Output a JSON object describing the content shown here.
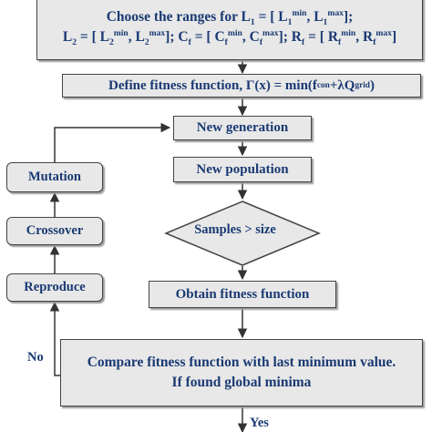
{
  "nodes": {
    "ranges": {
      "line1_a": "Choose the ranges for L",
      "line1_sub1": "1",
      "line1_b": " = [ L",
      "line1_sub2": "1",
      "line1_sup2": "min",
      "line1_c": ", L",
      "line1_sub3": "1",
      "line1_sup3": "max",
      "line1_d": "];",
      "line2_a": "L",
      "line2_sub1": "2",
      "line2_b": " = [ L",
      "line2_sub2": "2",
      "line2_sup2": "min",
      "line2_c": ", L",
      "line2_sub3": "2",
      "line2_sup3": "max",
      "line2_d": "]; C",
      "line2_sub4": "f",
      "line2_e": " = [ C",
      "line2_sub5": "f",
      "line2_sup5": "min",
      "line2_f": ", C",
      "line2_sub6": "f",
      "line2_sup6": "max",
      "line2_g": "]; R",
      "line2_sub7": "f",
      "line2_h": " = [ R",
      "line2_sub8": "f",
      "line2_sup8": "min",
      "line2_i": ", R",
      "line2_sub9": "f",
      "line2_sup9": "max",
      "line2_j": "]"
    },
    "fitness": {
      "a": "Define fitness function, Γ(x) = min(f",
      "sub1": "con",
      "b": "+λQ",
      "sub2": "grid",
      "c": ")"
    },
    "new_generation": "New generation",
    "new_population": "New population",
    "samples_check": "Samples > size",
    "obtain_fitness": "Obtain fitness function",
    "compare": {
      "line1": "Compare fitness function with last minimum value.",
      "line2": "If found global minima"
    },
    "mutation": "Mutation",
    "crossover": "Crossover",
    "reproduce": "Reproduce"
  },
  "edge_labels": {
    "no": "No",
    "yes": "Yes"
  },
  "colors": {
    "text": "#1a3a73",
    "box_fill": "#e8e8e8",
    "box_border": "#444444",
    "arrow": "#333333"
  }
}
